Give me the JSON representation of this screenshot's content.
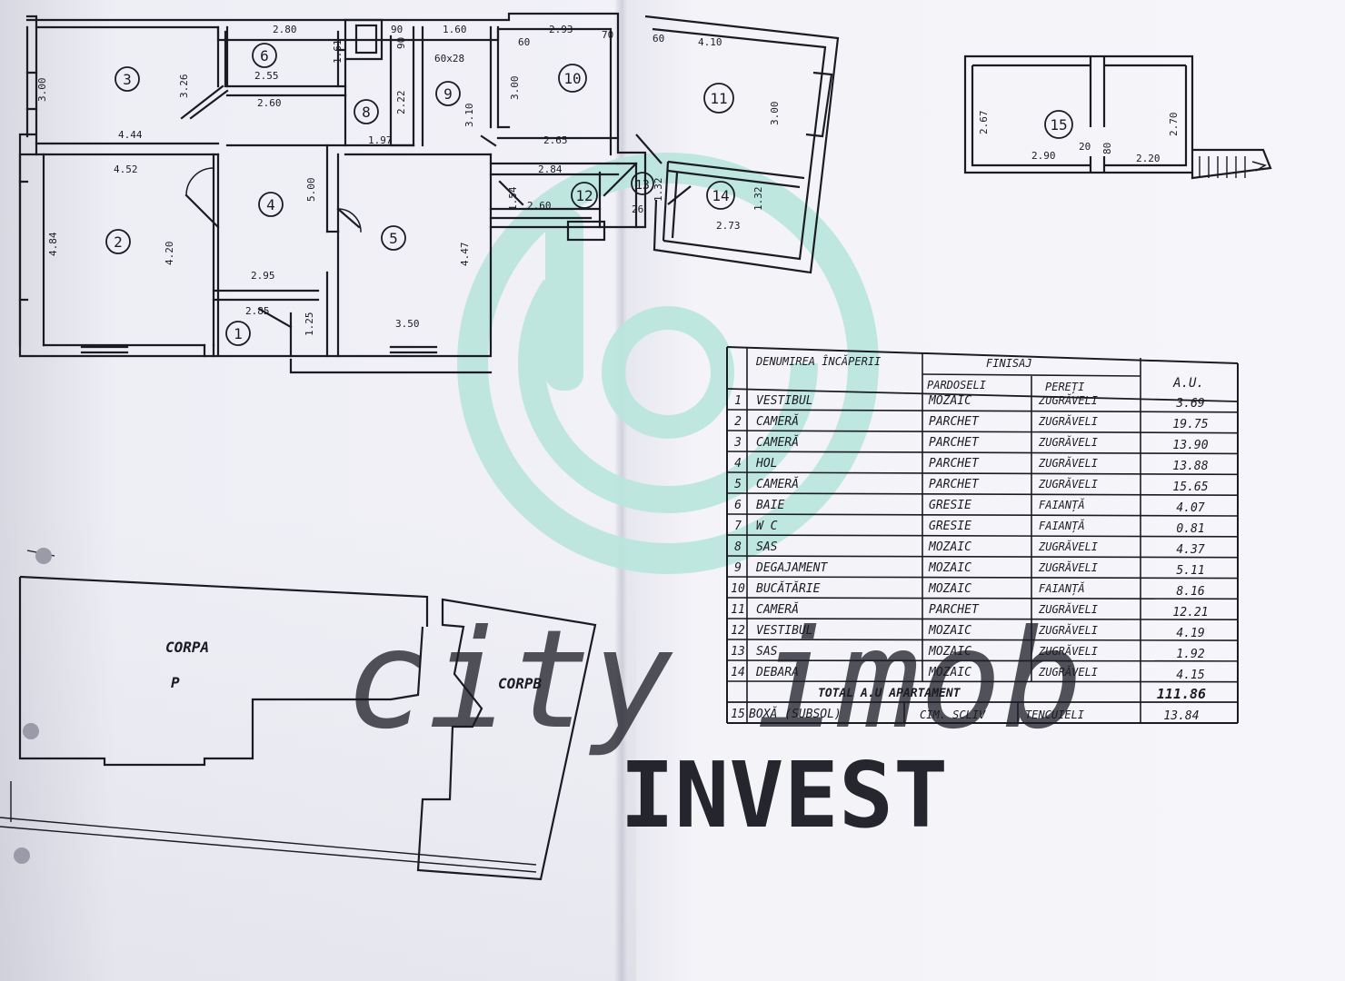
{
  "floor_plan": {
    "rooms": [
      {
        "no": "1"
      },
      {
        "no": "2"
      },
      {
        "no": "3"
      },
      {
        "no": "4"
      },
      {
        "no": "5"
      },
      {
        "no": "6"
      },
      {
        "no": "8"
      },
      {
        "no": "9"
      },
      {
        "no": "10"
      },
      {
        "no": "11"
      },
      {
        "no": "12"
      },
      {
        "no": "13"
      },
      {
        "no": "14"
      }
    ],
    "dimensions": [
      "2.80",
      "1.61",
      "2.55",
      "2.60",
      "3.00",
      "3.26",
      "4.44",
      "4.52",
      "4.84",
      "4.20",
      "5.00",
      "2.95",
      "2.85",
      "1.25",
      "3.50",
      "4.47",
      "2.22",
      "90",
      "90",
      "1.60",
      "60x28",
      "3.10",
      "1.97",
      "2.93",
      "60",
      "70",
      "3.00",
      "2.65",
      "2.84",
      "1.54",
      "2.60",
      "60",
      "4.10",
      "3.00",
      "1.32",
      "1.32",
      "2.73",
      "26"
    ]
  },
  "basement": {
    "room_no": "15",
    "dimensions": [
      "2.67",
      "2.90",
      "20",
      "80",
      "2.20",
      "2.70"
    ]
  },
  "site_plan": {
    "label_a": "CORPA",
    "label_a_level": "P",
    "label_b": "CORPB"
  },
  "room_table": {
    "header_name": "DENUMIREA ÎNCĂPERII",
    "header_finish": "FINISAJ",
    "header_floor": "PARDOSELI",
    "header_walls": "PEREȚI",
    "header_area": "A.U.",
    "rows": [
      {
        "no": "1",
        "name": "VESTIBUL",
        "floor": "MOZAIC",
        "walls": "ZUGRĂVELI",
        "area": "3.69"
      },
      {
        "no": "2",
        "name": "CAMERĂ",
        "floor": "PARCHET",
        "walls": "ZUGRĂVELI",
        "area": "19.75"
      },
      {
        "no": "3",
        "name": "CAMERĂ",
        "floor": "PARCHET",
        "walls": "ZUGRĂVELI",
        "area": "13.90"
      },
      {
        "no": "4",
        "name": "HOL",
        "floor": "PARCHET",
        "walls": "ZUGRĂVELI",
        "area": "13.88"
      },
      {
        "no": "5",
        "name": "CAMERĂ",
        "floor": "PARCHET",
        "walls": "ZUGRĂVELI",
        "area": "15.65"
      },
      {
        "no": "6",
        "name": "BAIE",
        "floor": "GRESIE",
        "walls": "FAIANȚĂ",
        "area": "4.07"
      },
      {
        "no": "7",
        "name": "W C",
        "floor": "GRESIE",
        "walls": "FAIANȚĂ",
        "area": "0.81"
      },
      {
        "no": "8",
        "name": "SAS",
        "floor": "MOZAIC",
        "walls": "ZUGRĂVELI",
        "area": "4.37"
      },
      {
        "no": "9",
        "name": "DEGAJAMENT",
        "floor": "MOZAIC",
        "walls": "ZUGRĂVELI",
        "area": "5.11"
      },
      {
        "no": "10",
        "name": "BUCĂTĂRIE",
        "floor": "MOZAIC",
        "walls": "FAIANȚĂ",
        "area": "8.16"
      },
      {
        "no": "11",
        "name": "CAMERĂ",
        "floor": "PARCHET",
        "walls": "ZUGRĂVELI",
        "area": "12.21"
      },
      {
        "no": "12",
        "name": "VESTIBUL",
        "floor": "MOZAIC",
        "walls": "ZUGRĂVELI",
        "area": "4.19"
      },
      {
        "no": "13",
        "name": "SAS",
        "floor": "MOZAIC",
        "walls": "ZUGRĂVELI",
        "area": "1.92"
      },
      {
        "no": "14",
        "name": "DEBARA",
        "floor": "MOZAIC",
        "walls": "ZUGRĂVELI",
        "area": "4.15"
      }
    ],
    "total_label": "TOTAL A.U APARTAMENT",
    "total_value": "111.86",
    "extra_row": {
      "no": "15",
      "name": "BOXĂ (SUBSOL)",
      "floor": "CIM. SCLIV",
      "walls": "TENCUIELI",
      "area": "13.84"
    }
  },
  "watermark": {
    "script_text": "city imob",
    "word": "INVEST",
    "script_color": "#c9bfe0",
    "word_color": "#bfe9e0",
    "logo_color": "#b9e6dd"
  },
  "colors": {
    "ink": "#1b1b24",
    "paper": "#f2f2f7"
  }
}
